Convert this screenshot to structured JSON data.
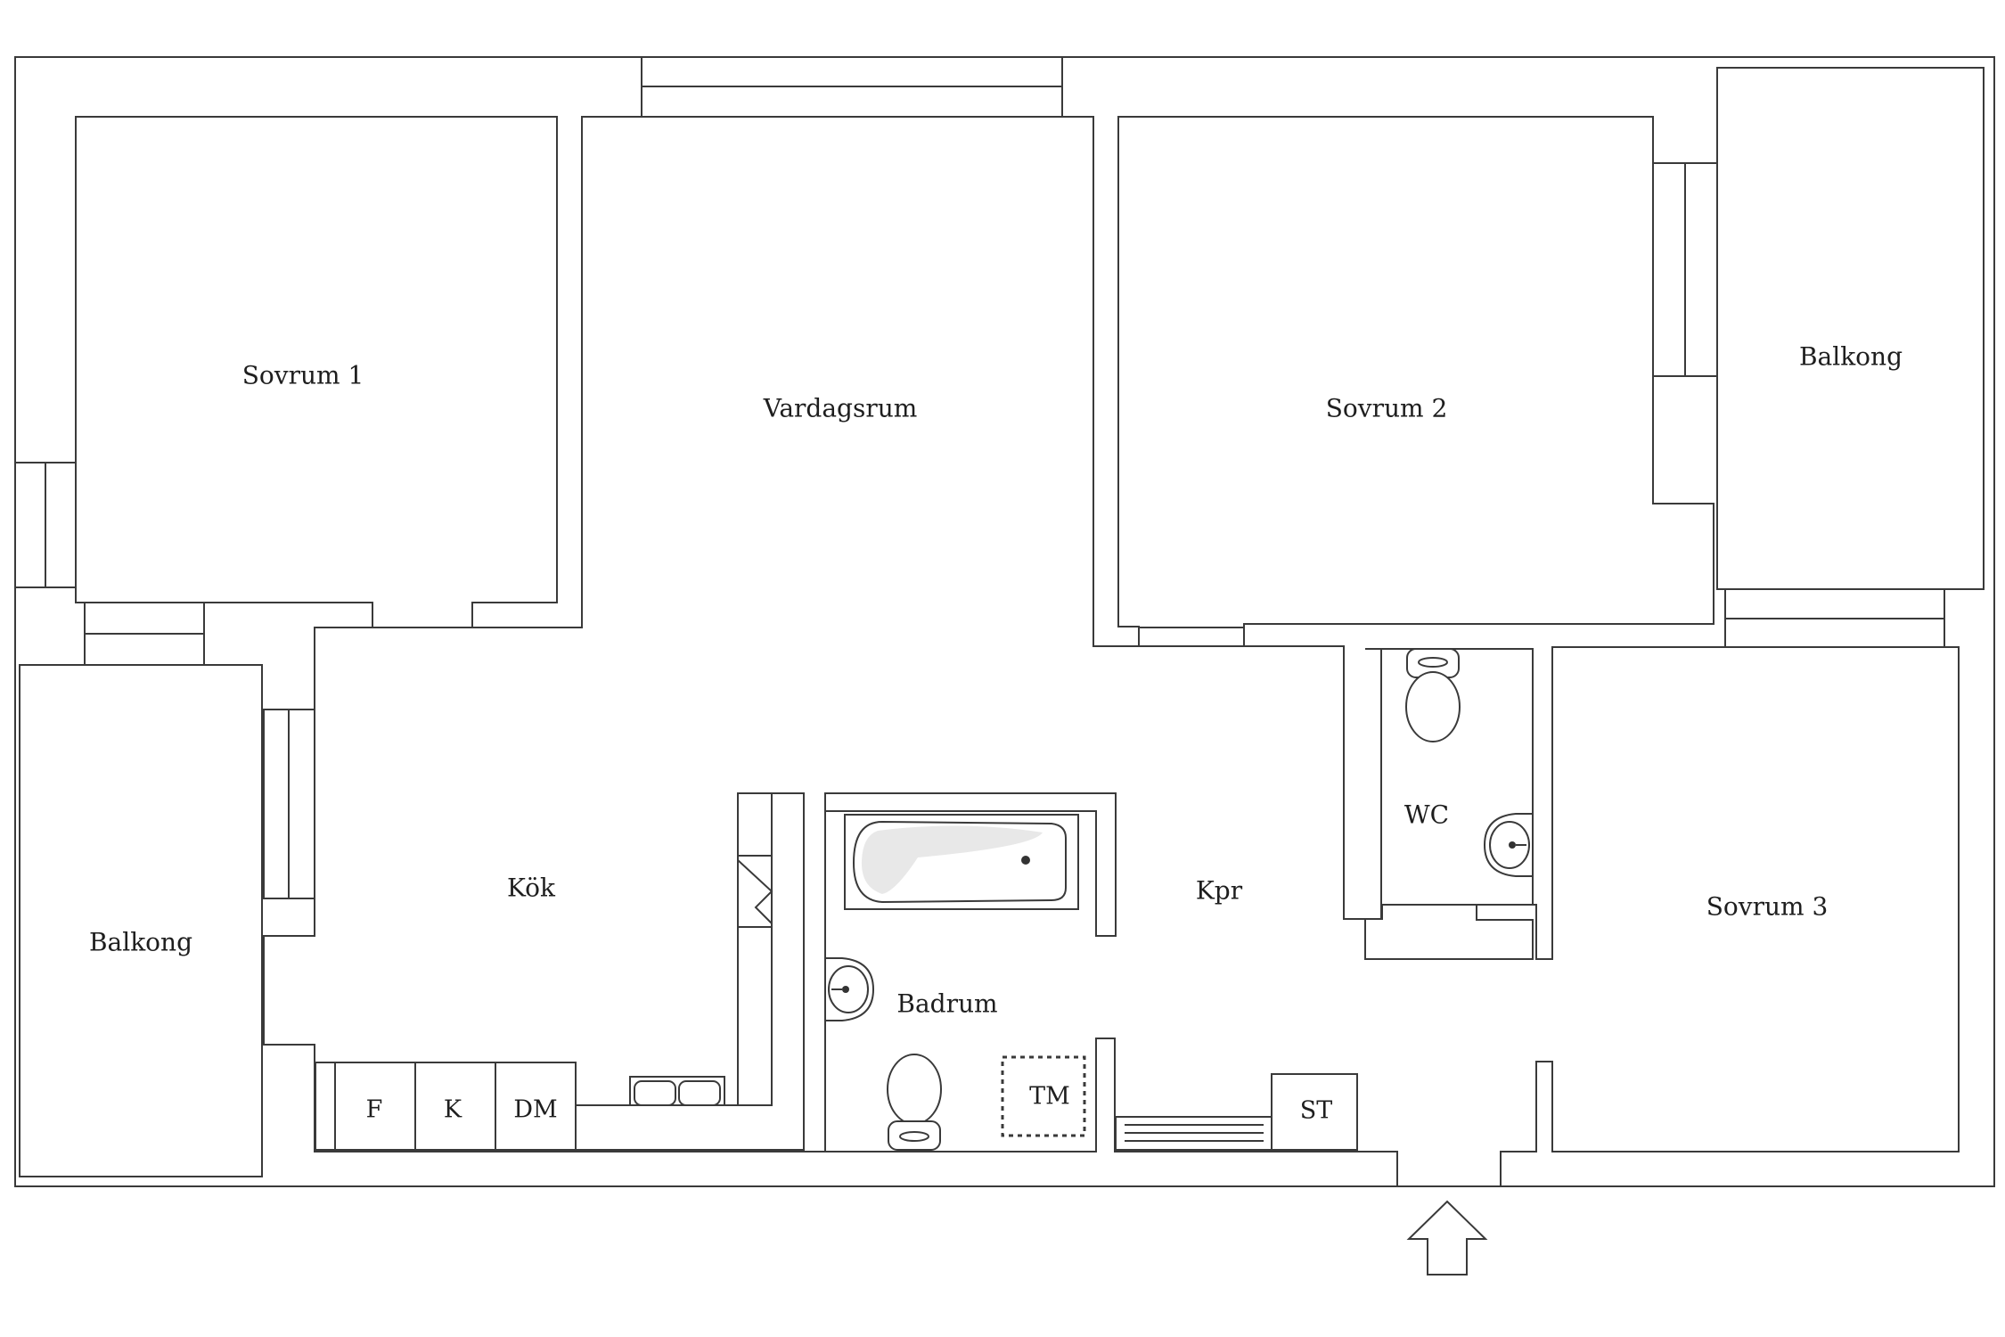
{
  "rooms": {
    "sovrum1": "Sovrum 1",
    "vardagsrum": "Vardagsrum",
    "sovrum2": "Sovrum 2",
    "balkong_right": "Balkong",
    "balkong_left": "Balkong",
    "kok": "Kök",
    "kpr": "Kpr",
    "wc": "WC",
    "badrum": "Badrum",
    "sovrum3": "Sovrum 3"
  },
  "fixtures": {
    "fridge": "F",
    "freezer": "K",
    "dishwasher": "DM",
    "washing_machine": "TM",
    "storage": "ST"
  },
  "icons": [
    "entrance-arrow-icon",
    "bathtub-icon",
    "toilet-icon",
    "sink-icon",
    "stove-icon",
    "radiator-icon"
  ]
}
